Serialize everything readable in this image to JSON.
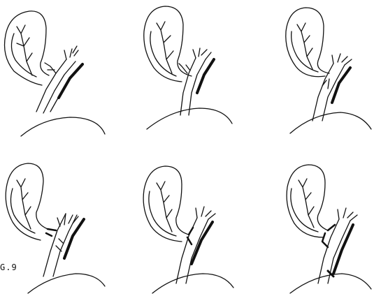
{
  "figure": {
    "label": "G.9",
    "panel_count": 6,
    "panels": [
      {
        "name": "panel-1",
        "variant": "type-1"
      },
      {
        "name": "panel-2",
        "variant": "type-2"
      },
      {
        "name": "panel-3",
        "variant": "type-3"
      },
      {
        "name": "panel-4",
        "variant": "type-4"
      },
      {
        "name": "panel-5",
        "variant": "type-5"
      },
      {
        "name": "panel-6",
        "variant": "type-6"
      }
    ],
    "colors": {
      "ink": "#111111",
      "background": "#ffffff"
    }
  }
}
